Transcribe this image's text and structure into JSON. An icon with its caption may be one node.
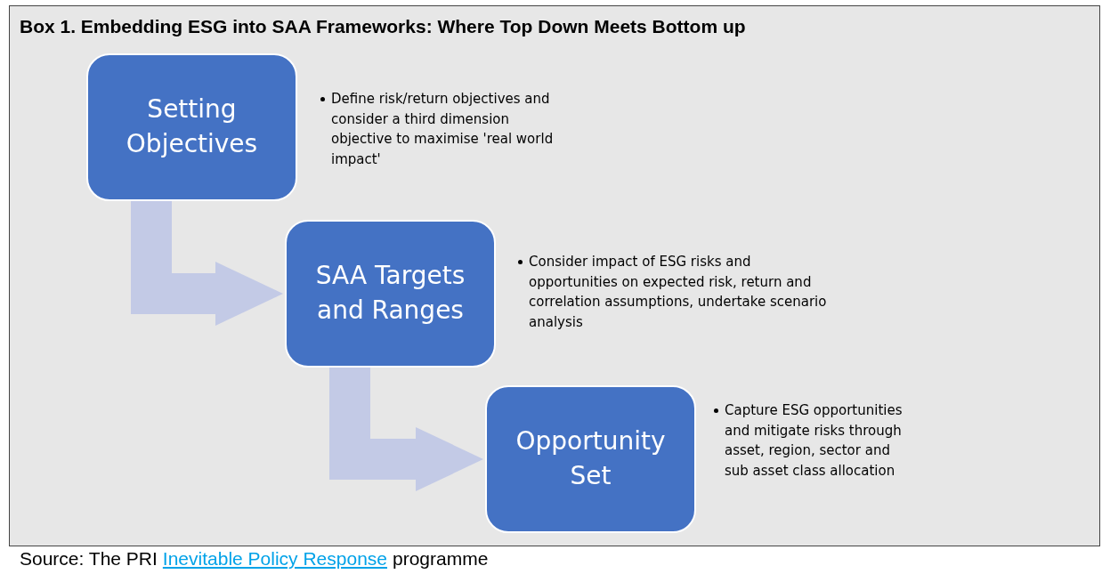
{
  "diagram": {
    "title": "Box 1. Embedding ESG into SAA Frameworks: Where Top Down Meets Bottom up",
    "nodes": [
      {
        "text": [
          "Setting Objectives"
        ],
        "beside": [
          "Define risk/return objectives and consider a third dimension objective to maximise 'real world impact'"
        ]
      },
      {
        "text": [
          "SAA Targets and Ranges"
        ],
        "beside": [
          "Consider impact of ESG risks and opportunities on expected risk, return and correlation assumptions, undertake scenario analysis"
        ]
      },
      {
        "text": [
          "Opportunity Set"
        ],
        "beside": [
          "Capture ESG opportunities and mitigate risks through asset, region, sector and sub asset class allocation"
        ]
      }
    ],
    "edges": [
      {
        "from": 0,
        "to": 1,
        "arrow": "to"
      },
      {
        "from": 1,
        "to": 2,
        "arrow": "to"
      }
    ],
    "labels": [
      "Source: The PRI",
      "Inevitable Policy Response",
      "programme"
    ]
  }
}
